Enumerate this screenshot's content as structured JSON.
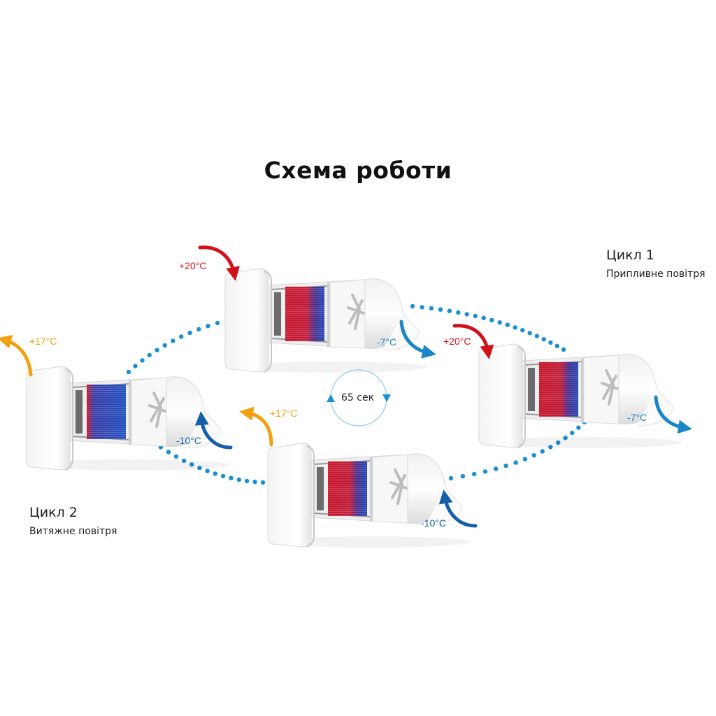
{
  "title": "Схема роботи",
  "cycle1": {
    "title": "Цикл 1",
    "subtitle": "Припливне повітря"
  },
  "cycle2": {
    "title": "Цикл 2",
    "subtitle": "Витяжне повітря"
  },
  "timer": {
    "label": "65 сек"
  },
  "temps": {
    "top_unit_in": "+20°C",
    "top_unit_out": "-7°C",
    "right_unit_in": "+20°C",
    "right_unit_out": "-7°C",
    "left_unit_out": "+17°C",
    "left_unit_in": "-10°C",
    "bottom_unit_out": "+17°C",
    "bottom_unit_in": "-10°C"
  },
  "colors": {
    "warm_red": "#d0121b",
    "cool_blue": "#1a86c8",
    "exhaust_orange": "#f0a010",
    "cold_navy": "#1560a8",
    "dots": "#1b8fd4"
  }
}
